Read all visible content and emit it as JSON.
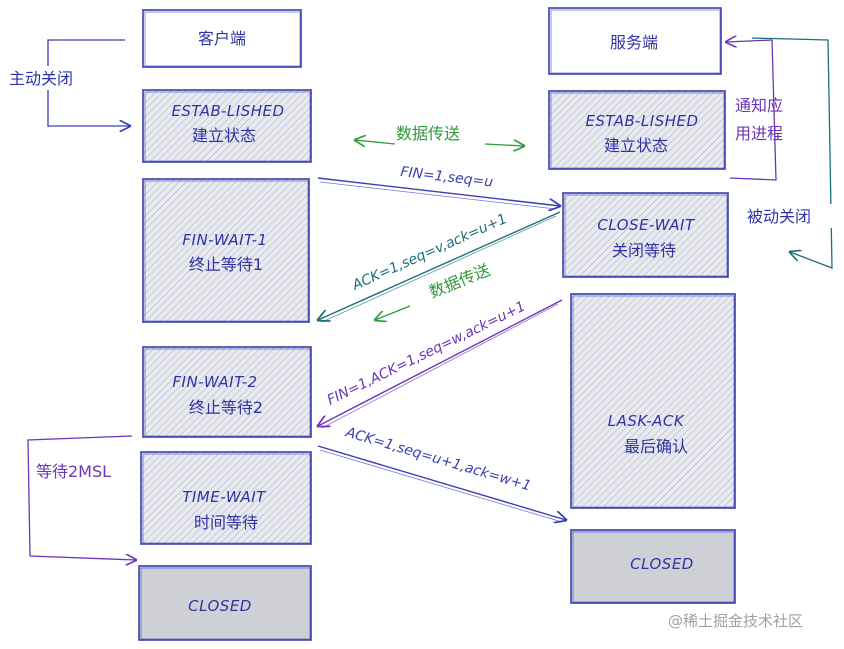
{
  "diagram": {
    "title": "TCP four-way handshake (connection termination)",
    "client": {
      "header": "客户端",
      "states": [
        {
          "id": "established",
          "en": "ESTAB-LISHED",
          "zh": "建立状态"
        },
        {
          "id": "fin-wait-1",
          "en": "FIN-WAIT-1",
          "zh": "终止等待1"
        },
        {
          "id": "fin-wait-2",
          "en": "FIN-WAIT-2",
          "zh": "终止等待2"
        },
        {
          "id": "time-wait",
          "en": "TIME-WAIT",
          "zh": "时间等待"
        },
        {
          "id": "closed",
          "en": "CLOSED",
          "zh": ""
        }
      ]
    },
    "server": {
      "header": "服务端",
      "states": [
        {
          "id": "established",
          "en": "ESTAB-LISHED",
          "zh": "建立状态"
        },
        {
          "id": "close-wait",
          "en": "CLOSE-WAIT",
          "zh": "关闭等待"
        },
        {
          "id": "last-ack",
          "en": "LASK-ACK",
          "zh": "最后确认"
        },
        {
          "id": "closed",
          "en": "CLOSED",
          "zh": ""
        }
      ]
    },
    "notes": {
      "active_close": "主动关闭",
      "notify_app_line1": "通知应",
      "notify_app_line2": "用进程",
      "passive_close": "被动关闭",
      "wait_2msl": "等待2MSL",
      "data_transfer_top": "数据传送",
      "data_transfer_mid": "数据传送"
    },
    "messages": [
      {
        "label": "FIN=1,seq=u",
        "from": "client",
        "to": "server",
        "color": "#3b3fb0"
      },
      {
        "label": "ACK=1,seq=v,ack=u+1",
        "from": "server",
        "to": "client",
        "color": "#1d6f7a"
      },
      {
        "label": "FIN=1,ACK=1,seq=w,ack=u+1",
        "from": "server",
        "to": "client",
        "color": "#6b35b8"
      },
      {
        "label": "ACK=1,seq=u+1,ack=w+1",
        "from": "client",
        "to": "server",
        "color": "#3b3fb0"
      }
    ],
    "colors": {
      "stroke_blue": "#3b3fb0",
      "text_blue": "#2f33a3",
      "teal": "#1d6f7a",
      "purple": "#6b35b8",
      "green": "#2f9a3a",
      "closed_fill": "#ced0d6"
    },
    "watermark": "@稀土掘金技术社区"
  }
}
